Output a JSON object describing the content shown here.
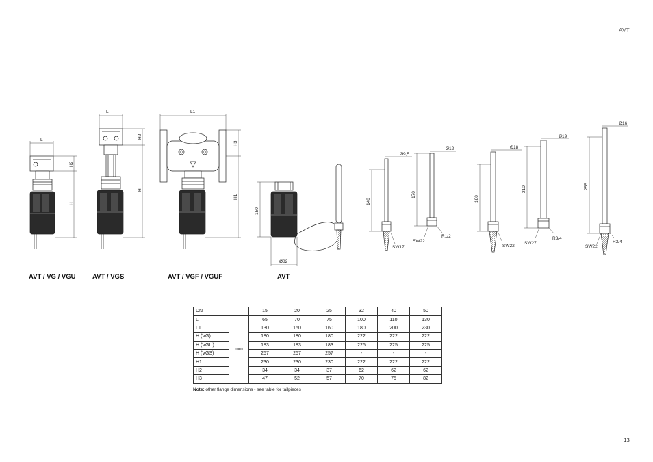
{
  "header": {
    "tag": "AVT"
  },
  "page": {
    "number": "13"
  },
  "drawings": {
    "captions": [
      "AVT / VG / VGU",
      "AVT / VGS",
      "AVT / VGF / VGUF",
      "AVT"
    ],
    "dim_labels": {
      "L": "L",
      "L1": "L1",
      "H": "H",
      "H1": "H1",
      "H2": "H2",
      "H3": "H3",
      "d150": "150",
      "d82": "Ø82",
      "d140": "140",
      "d9_5": "Ø9,5",
      "sw17": "SW17",
      "d170": "170",
      "d12": "Ø12",
      "sw22a": "SW22",
      "r12": "R1/2",
      "d180": "180",
      "d18": "Ø18",
      "sw22b": "SW22",
      "d210": "210",
      "d19": "Ø19",
      "sw27": "SW27",
      "r34a": "R3/4",
      "d255": "255",
      "d16": "Ø16",
      "sw22c": "SW22",
      "r34b": "R3/4"
    }
  },
  "table": {
    "dn_label": "DN",
    "dn_values": [
      "15",
      "20",
      "25",
      "32",
      "40",
      "50"
    ],
    "unit": "mm",
    "rows": [
      {
        "label": "L",
        "values": [
          "65",
          "70",
          "75",
          "100",
          "110",
          "130"
        ]
      },
      {
        "label": "L1",
        "values": [
          "130",
          "150",
          "160",
          "180",
          "200",
          "230"
        ]
      },
      {
        "label": "H  (VG)",
        "values": [
          "180",
          "180",
          "180",
          "222",
          "222",
          "222"
        ]
      },
      {
        "label": "H (VGU)",
        "values": [
          "183",
          "183",
          "183",
          "225",
          "225",
          "225"
        ]
      },
      {
        "label": "H (VGS)",
        "values": [
          "257",
          "257",
          "257",
          "-",
          "-",
          "-"
        ]
      },
      {
        "label": "H1",
        "values": [
          "230",
          "230",
          "230",
          "222",
          "222",
          "222"
        ]
      },
      {
        "label": "H2",
        "values": [
          "34",
          "34",
          "37",
          "62",
          "62",
          "62"
        ]
      },
      {
        "label": "H3",
        "values": [
          "47",
          "52",
          "57",
          "70",
          "75",
          "82"
        ]
      }
    ]
  },
  "note": {
    "prefix": "Note:",
    "text": " other flange dimensions - see table for tailpieces"
  }
}
